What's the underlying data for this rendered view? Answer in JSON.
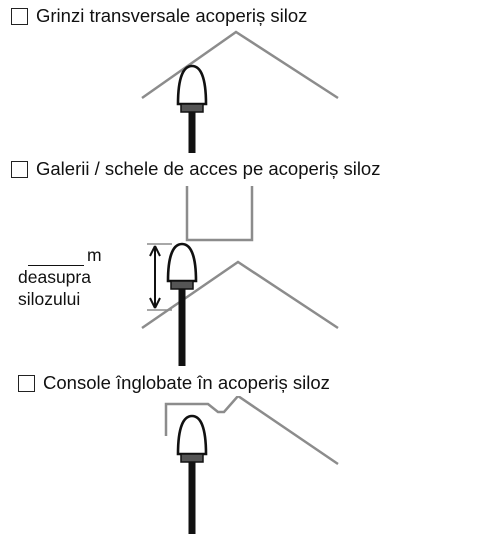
{
  "options": [
    {
      "label": "Grinzi transversale acoperiș siloz",
      "checked": false
    },
    {
      "label": "Galerii / schele de acces pe acoperiș siloz",
      "checked": false
    },
    {
      "label": "Console înglobate în acoperiș siloz",
      "checked": false
    }
  ],
  "height_field": {
    "value": "",
    "unit": "m",
    "caption_line1": "deasupra",
    "caption_line2": "silozului"
  },
  "icons": {
    "antenna": "antenna-icon",
    "height_arrow": "double-arrow-icon"
  },
  "colors": {
    "roof_line": "#8c8c8c",
    "antenna_stroke": "#111111",
    "mast": "#111111",
    "collar": "#555555"
  }
}
